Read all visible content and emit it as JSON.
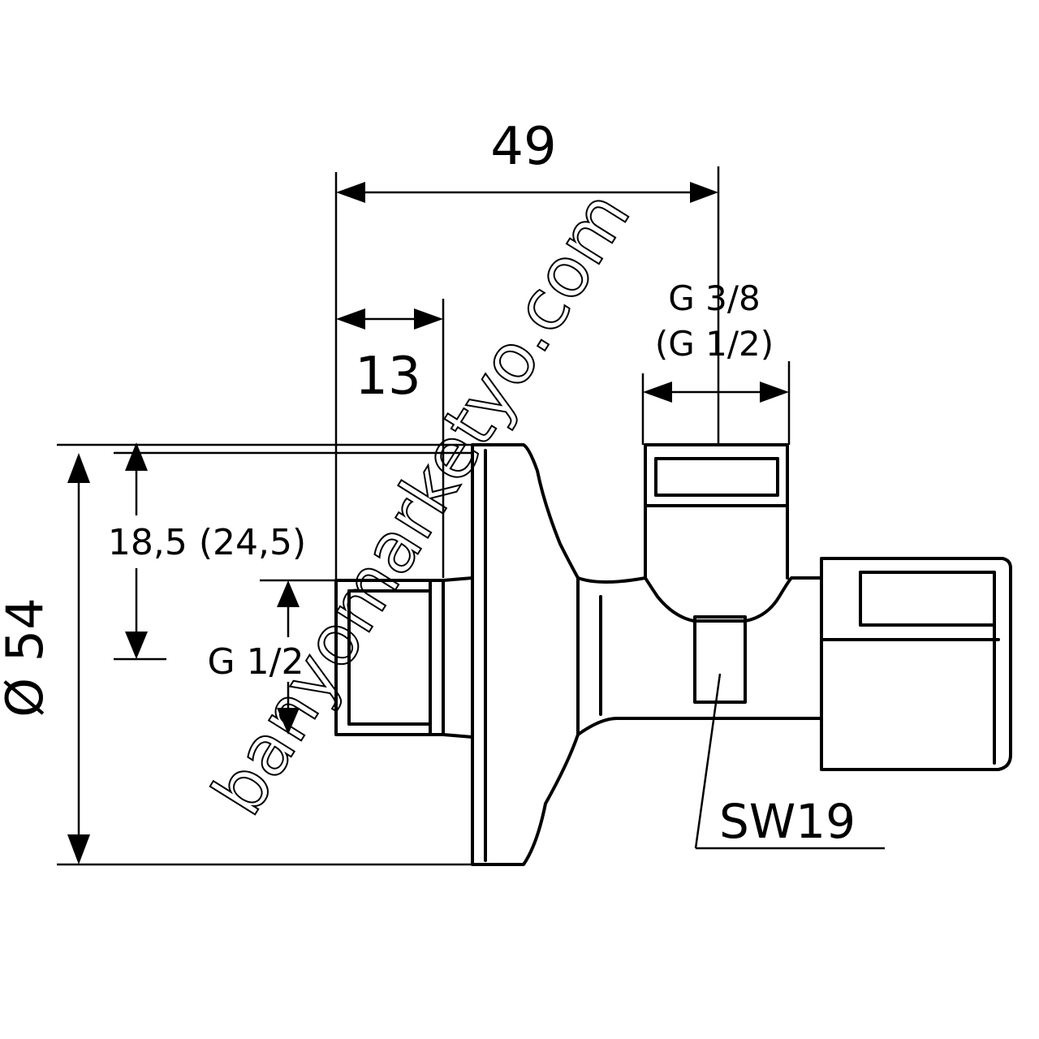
{
  "dimensions": {
    "overall_length": "49",
    "inlet_thread_length": "13",
    "outlet_thread": "G 3/8",
    "outlet_thread_alt": "(G 1/2)",
    "depth": "18,5 (24,5)",
    "inlet_thread": "G 1/2",
    "rosette_diameter": "Ø 54",
    "wrench_size": "SW19"
  },
  "watermark": "banyomarketyo.com",
  "colors": {
    "line": "#000000",
    "background": "#ffffff"
  }
}
